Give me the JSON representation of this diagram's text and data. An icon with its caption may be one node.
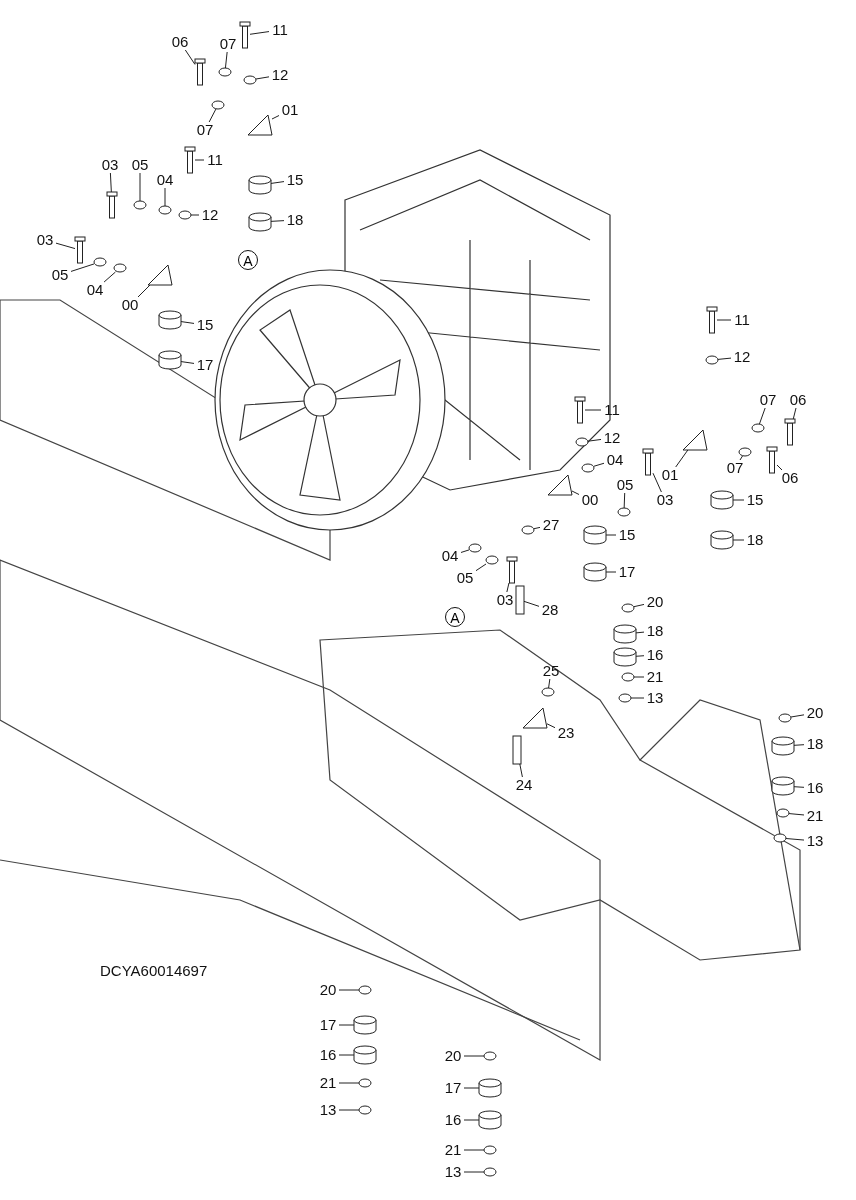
{
  "diagram": {
    "nodes": [
      {
        "text": [
          "11"
        ]
      },
      {
        "text": [
          "06"
        ]
      },
      {
        "text": [
          "07"
        ]
      },
      {
        "text": [
          "12"
        ]
      },
      {
        "text": [
          "01"
        ]
      },
      {
        "text": [
          "07"
        ]
      },
      {
        "text": [
          "03"
        ]
      },
      {
        "text": [
          "05"
        ]
      },
      {
        "text": [
          "11"
        ]
      },
      {
        "text": [
          "04"
        ]
      },
      {
        "text": [
          "15"
        ]
      },
      {
        "text": [
          "12"
        ]
      },
      {
        "text": [
          "18"
        ]
      },
      {
        "text": [
          "A"
        ]
      },
      {
        "text": [
          "03"
        ]
      },
      {
        "text": [
          "05"
        ]
      },
      {
        "text": [
          "04"
        ]
      },
      {
        "text": [
          "00"
        ]
      },
      {
        "text": [
          "15"
        ]
      },
      {
        "text": [
          "17"
        ]
      },
      {
        "text": [
          "11"
        ]
      },
      {
        "text": [
          "12"
        ]
      },
      {
        "text": [
          "07"
        ]
      },
      {
        "text": [
          "06"
        ]
      },
      {
        "text": [
          "11"
        ]
      },
      {
        "text": [
          "12"
        ]
      },
      {
        "text": [
          "01"
        ]
      },
      {
        "text": [
          "07"
        ]
      },
      {
        "text": [
          "04"
        ]
      },
      {
        "text": [
          "05"
        ]
      },
      {
        "text": [
          "06"
        ]
      },
      {
        "text": [
          "00"
        ]
      },
      {
        "text": [
          "03"
        ]
      },
      {
        "text": [
          "15"
        ]
      },
      {
        "text": [
          "27"
        ]
      },
      {
        "text": [
          "15"
        ]
      },
      {
        "text": [
          "18"
        ]
      },
      {
        "text": [
          "04"
        ]
      },
      {
        "text": [
          "05"
        ]
      },
      {
        "text": [
          "03"
        ]
      },
      {
        "text": [
          "17"
        ]
      },
      {
        "text": [
          "A"
        ]
      },
      {
        "text": [
          "28"
        ]
      },
      {
        "text": [
          "20"
        ]
      },
      {
        "text": [
          "18"
        ]
      },
      {
        "text": [
          "16"
        ]
      },
      {
        "text": [
          "21"
        ]
      },
      {
        "text": [
          "25"
        ]
      },
      {
        "text": [
          "13"
        ]
      },
      {
        "text": [
          "23"
        ]
      },
      {
        "text": [
          "24"
        ]
      },
      {
        "text": [
          "20"
        ]
      },
      {
        "text": [
          "18"
        ]
      },
      {
        "text": [
          "16"
        ]
      },
      {
        "text": [
          "21"
        ]
      },
      {
        "text": [
          "13"
        ]
      },
      {
        "text": [
          "20"
        ]
      },
      {
        "text": [
          "17"
        ]
      },
      {
        "text": [
          "16"
        ]
      },
      {
        "text": [
          "21"
        ]
      },
      {
        "text": [
          "13"
        ]
      },
      {
        "text": [
          "20"
        ]
      },
      {
        "text": [
          "17"
        ]
      },
      {
        "text": [
          "16"
        ]
      },
      {
        "text": [
          "21"
        ]
      },
      {
        "text": [
          "13"
        ]
      },
      {
        "text": [],
        "shape": "bolt"
      },
      {
        "text": [],
        "shape": "bolt"
      },
      {
        "text": [],
        "shape": "washer"
      },
      {
        "text": [],
        "shape": "washer"
      },
      {
        "text": [],
        "shape": "bracket"
      },
      {
        "text": [],
        "shape": "washer"
      },
      {
        "text": [],
        "shape": "bolt"
      },
      {
        "text": [],
        "shape": "washer"
      },
      {
        "text": [],
        "shape": "bolt"
      },
      {
        "text": [],
        "shape": "washer"
      },
      {
        "text": [],
        "shape": "cylinder"
      },
      {
        "text": [],
        "shape": "washer"
      },
      {
        "text": [],
        "shape": "cylinder"
      },
      {
        "text": [],
        "shape": "bolt"
      },
      {
        "text": [],
        "shape": "washer"
      },
      {
        "text": [],
        "shape": "washer"
      },
      {
        "text": [],
        "shape": "bracket"
      },
      {
        "text": [],
        "shape": "cylinder"
      },
      {
        "text": [],
        "shape": "cylinder"
      },
      {
        "text": [],
        "shape": "bolt"
      },
      {
        "text": [],
        "shape": "washer"
      },
      {
        "text": [],
        "shape": "washer"
      },
      {
        "text": [],
        "shape": "bolt"
      },
      {
        "text": [],
        "shape": "bolt"
      },
      {
        "text": [],
        "shape": "washer"
      },
      {
        "text": [],
        "shape": "bracket"
      },
      {
        "text": [],
        "shape": "washer"
      },
      {
        "text": [],
        "shape": "washer"
      },
      {
        "text": [],
        "shape": "washer"
      },
      {
        "text": [],
        "shape": "bolt"
      },
      {
        "text": [],
        "shape": "bracket"
      },
      {
        "text": [],
        "shape": "bolt"
      },
      {
        "text": [],
        "shape": "cylinder"
      },
      {
        "text": [],
        "shape": "washer"
      },
      {
        "text": [],
        "shape": "cylinder"
      },
      {
        "text": [],
        "shape": "cylinder"
      },
      {
        "text": [],
        "shape": "washer"
      },
      {
        "text": [],
        "shape": "washer"
      },
      {
        "text": [],
        "shape": "bolt"
      },
      {
        "text": [],
        "shape": "cylinder"
      },
      {
        "text": [],
        "shape": "pipe"
      },
      {
        "text": [],
        "shape": "washer"
      },
      {
        "text": [],
        "shape": "cylinder"
      },
      {
        "text": [],
        "shape": "cylinder"
      },
      {
        "text": [],
        "shape": "washer"
      },
      {
        "text": [],
        "shape": "washer"
      },
      {
        "text": [],
        "shape": "washer"
      },
      {
        "text": [],
        "shape": "bracket"
      },
      {
        "text": [],
        "shape": "pipe"
      },
      {
        "text": [],
        "shape": "washer"
      },
      {
        "text": [],
        "shape": "cylinder"
      },
      {
        "text": [],
        "shape": "cylinder"
      },
      {
        "text": [],
        "shape": "washer"
      },
      {
        "text": [],
        "shape": "washer"
      },
      {
        "text": [],
        "shape": "washer"
      },
      {
        "text": [],
        "shape": "cylinder"
      },
      {
        "text": [],
        "shape": "cylinder"
      },
      {
        "text": [],
        "shape": "washer"
      },
      {
        "text": [],
        "shape": "washer"
      },
      {
        "text": [],
        "shape": "washer"
      },
      {
        "text": [],
        "shape": "cylinder"
      },
      {
        "text": [],
        "shape": "cylinder"
      },
      {
        "text": [],
        "shape": "washer"
      },
      {
        "text": [],
        "shape": "washer"
      }
    ],
    "edges": [
      {
        "from": 0,
        "to": 66,
        "arrow": "none"
      },
      {
        "from": 1,
        "to": 67,
        "arrow": "none"
      },
      {
        "from": 2,
        "to": 68,
        "arrow": "none"
      },
      {
        "from": 3,
        "to": 69,
        "arrow": "none"
      },
      {
        "from": 4,
        "to": 70,
        "arrow": "none"
      },
      {
        "from": 5,
        "to": 71,
        "arrow": "none"
      },
      {
        "from": 6,
        "to": 72,
        "arrow": "none"
      },
      {
        "from": 7,
        "to": 73,
        "arrow": "none"
      },
      {
        "from": 8,
        "to": 74,
        "arrow": "none"
      },
      {
        "from": 9,
        "to": 75,
        "arrow": "none"
      },
      {
        "from": 10,
        "to": 76,
        "arrow": "none"
      },
      {
        "from": 11,
        "to": 77,
        "arrow": "none"
      },
      {
        "from": 12,
        "to": 78,
        "arrow": "none"
      },
      {
        "from": 14,
        "to": 79,
        "arrow": "none"
      },
      {
        "from": 15,
        "to": 80,
        "arrow": "none"
      },
      {
        "from": 16,
        "to": 81,
        "arrow": "none"
      },
      {
        "from": 17,
        "to": 82,
        "arrow": "none"
      },
      {
        "from": 18,
        "to": 83,
        "arrow": "none"
      },
      {
        "from": 19,
        "to": 84,
        "arrow": "none"
      },
      {
        "from": 20,
        "to": 85,
        "arrow": "none"
      },
      {
        "from": 21,
        "to": 86,
        "arrow": "none"
      },
      {
        "from": 22,
        "to": 87,
        "arrow": "none"
      },
      {
        "from": 23,
        "to": 88,
        "arrow": "none"
      },
      {
        "from": 24,
        "to": 89,
        "arrow": "none"
      },
      {
        "from": 25,
        "to": 90,
        "arrow": "none"
      },
      {
        "from": 26,
        "to": 91,
        "arrow": "none"
      },
      {
        "from": 27,
        "to": 92,
        "arrow": "none"
      },
      {
        "from": 28,
        "to": 93,
        "arrow": "none"
      },
      {
        "from": 29,
        "to": 94,
        "arrow": "none"
      },
      {
        "from": 30,
        "to": 95,
        "arrow": "none"
      },
      {
        "from": 31,
        "to": 96,
        "arrow": "none"
      },
      {
        "from": 32,
        "to": 97,
        "arrow": "none"
      },
      {
        "from": 33,
        "to": 98,
        "arrow": "none"
      },
      {
        "from": 34,
        "to": 99,
        "arrow": "none"
      },
      {
        "from": 35,
        "to": 100,
        "arrow": "none"
      },
      {
        "from": 36,
        "to": 101,
        "arrow": "none"
      },
      {
        "from": 37,
        "to": 102,
        "arrow": "none"
      },
      {
        "from": 38,
        "to": 103,
        "arrow": "none"
      },
      {
        "from": 39,
        "to": 104,
        "arrow": "none"
      },
      {
        "from": 40,
        "to": 105,
        "arrow": "none"
      },
      {
        "from": 42,
        "to": 106,
        "arrow": "none"
      },
      {
        "from": 43,
        "to": 107,
        "arrow": "none"
      },
      {
        "from": 44,
        "to": 108,
        "arrow": "none"
      },
      {
        "from": 45,
        "to": 109,
        "arrow": "none"
      },
      {
        "from": 46,
        "to": 110,
        "arrow": "none"
      },
      {
        "from": 47,
        "to": 111,
        "arrow": "none"
      },
      {
        "from": 48,
        "to": 112,
        "arrow": "none"
      },
      {
        "from": 49,
        "to": 113,
        "arrow": "none"
      },
      {
        "from": 50,
        "to": 114,
        "arrow": "none"
      },
      {
        "from": 51,
        "to": 115,
        "arrow": "none"
      },
      {
        "from": 52,
        "to": 116,
        "arrow": "none"
      },
      {
        "from": 53,
        "to": 117,
        "arrow": "none"
      },
      {
        "from": 54,
        "to": 118,
        "arrow": "none"
      },
      {
        "from": 55,
        "to": 119,
        "arrow": "none"
      },
      {
        "from": 56,
        "to": 120,
        "arrow": "none"
      },
      {
        "from": 57,
        "to": 121,
        "arrow": "none"
      },
      {
        "from": 58,
        "to": 122,
        "arrow": "none"
      },
      {
        "from": 59,
        "to": 123,
        "arrow": "none"
      },
      {
        "from": 60,
        "to": 124,
        "arrow": "none"
      },
      {
        "from": 61,
        "to": 125,
        "arrow": "none"
      },
      {
        "from": 62,
        "to": 126,
        "arrow": "none"
      },
      {
        "from": 63,
        "to": 127,
        "arrow": "none"
      },
      {
        "from": 64,
        "to": 128,
        "arrow": "none"
      },
      {
        "from": 65,
        "to": 129,
        "arrow": "none"
      }
    ],
    "labels": [
      "DCYA60014697"
    ]
  }
}
